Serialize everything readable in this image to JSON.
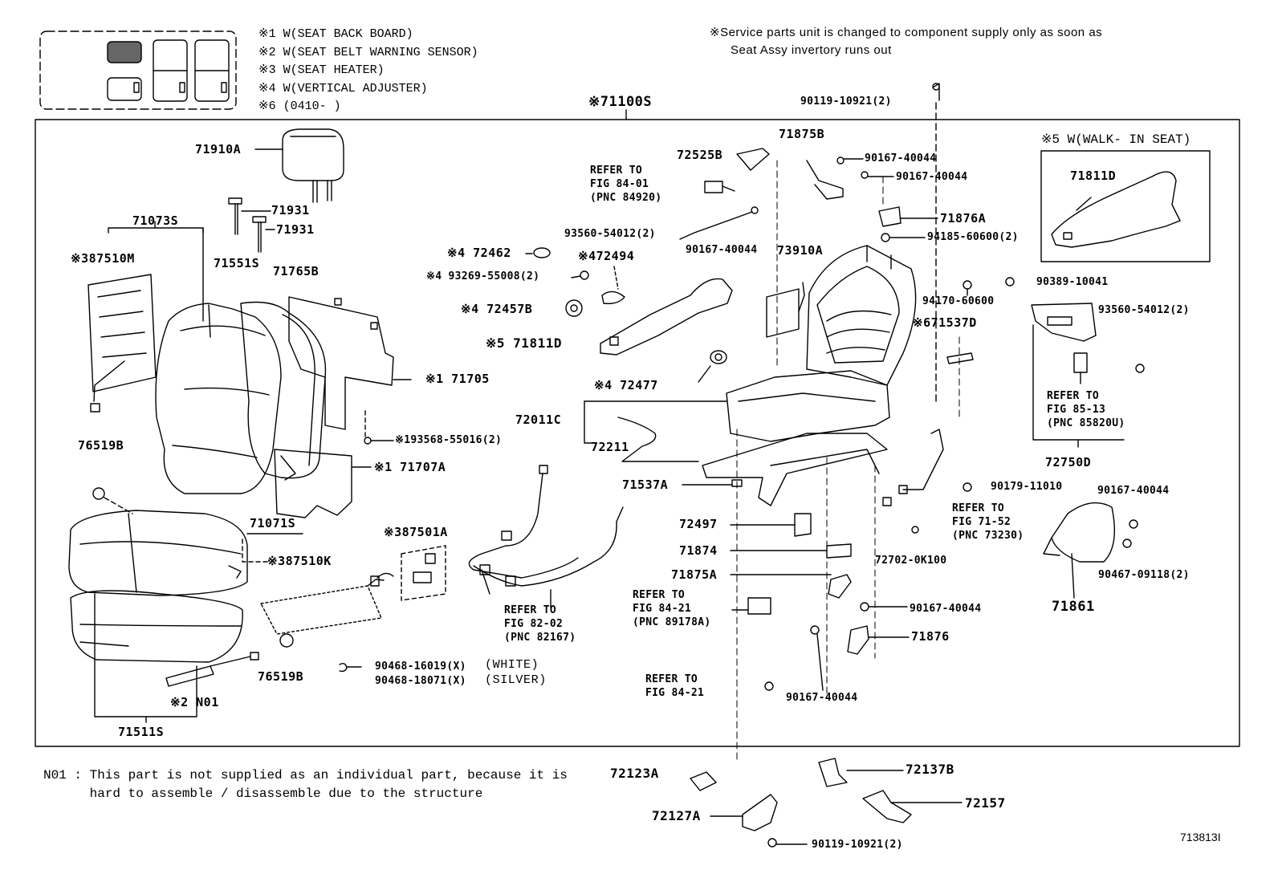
{
  "variant_legend": {
    "notes": [
      "※1 W(SEAT BACK BOARD)",
      "※2 W(SEAT BELT WARNING SENSOR)",
      "※3 W(SEAT HEATER)",
      "※4 W(VERTICAL ADJUSTER)",
      "※6 (0410-    )"
    ]
  },
  "service_note": {
    "line1": "※Service parts unit is changed to component supply only as soon as",
    "line2": "Seat Assy invertory runs out"
  },
  "assembly_label": "※71100S",
  "walk_in_label": "※5 W(WALK- IN SEAT)",
  "parts": {
    "p71910A": "71910A",
    "p71931a": "71931",
    "p71931b": "71931",
    "p71073S": "71073S",
    "p87510M": "※387510M",
    "p71551S": "71551S",
    "p71765B": "71765B",
    "p71705": "※1 71705",
    "p93568": "※193568-55016(2)",
    "p71707A": "※1 71707A",
    "p76519Ba": "76519B",
    "p71071S": "71071S",
    "p87510K": "※387510K",
    "p87501A": "※387501A",
    "p76519Bb": "76519B",
    "p90468a": "90468-16019(X)",
    "p90468b": "90468-18071(X)",
    "white": "WHITE)",
    "silver": "SILVER)",
    "pN01": "※2 N01",
    "p71511S": "71511S",
    "p72525B": "72525B",
    "p93560a": "93560-54012(2)",
    "p72462": "※4 72462",
    "p72494": "※472494",
    "p93269": "※4 93269-55008(2)",
    "p72457B": "※4 72457B",
    "p71811Da": "※5 71811D",
    "p72477": "※4 72477",
    "p72011C": "72011C",
    "p72211": "72211",
    "p71537A": "71537A",
    "p72497": "72497",
    "p71874": "71874",
    "p71875A": "71875A",
    "p90119a": "90119-10921(2)",
    "p71875B": "71875B",
    "p90167a": "90167-40044",
    "p90167b": "90167-40044",
    "p71876A": "71876A",
    "p94185": "94185-60600(2)",
    "p90167c": "90167-40044",
    "p73910A": "73910A",
    "p94170": "94170-60600",
    "p71537D": "※671537D",
    "p90179": "90179-11010",
    "p72702": "72702-0K100",
    "p90167d": "90167-40044",
    "p71876": "71876",
    "p90167e": "90167-40044",
    "p71811Db": "71811D",
    "p90389": "90389-10041",
    "p93560b": "93560-54012(2)",
    "p72750D": "72750D",
    "p90167f": "90167-40044",
    "p90467": "90467-09118(2)",
    "p71861": "71861",
    "p72123A": "72123A",
    "p72127A": "72127A",
    "p72137B": "72137B",
    "p72157": "72157",
    "p90119b": "90119-10921(2)"
  },
  "refs": {
    "r8401": "REFER TO\nFIG 84-01\n(PNC 84920)",
    "r8202": "REFER TO\nFIG 82-02\n(PNC 82167)",
    "r8421a": "REFER TO\nFIG 84-21\n(PNC 89178A)",
    "r8421b": "REFER TO\nFIG 84-21",
    "r7152": "REFER TO\nFIG 71-52\n(PNC 73230)",
    "r8513": "REFER TO\nFIG 85-13\n(PNC 85820U)"
  },
  "footnote": {
    "line1": "N01 : This part is not supplied as an individual part, because it is",
    "line2": "      hard to assemble / disassemble due to the structure"
  },
  "figure_id": "713813I"
}
